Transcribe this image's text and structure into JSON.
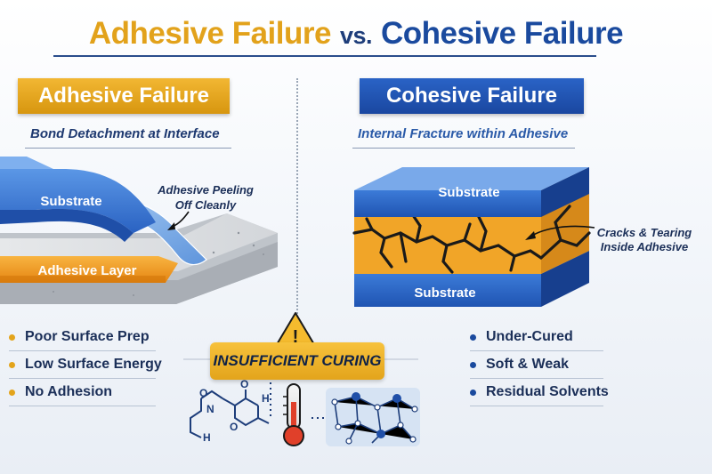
{
  "header": {
    "title_left": "Adhesive Failure",
    "title_vs": "vs.",
    "title_right": "Cohesive Failure"
  },
  "adhesive": {
    "heading": "Adhesive Failure",
    "subtitle": "Bond Detachment at Interface",
    "substrate_label": "Substrate",
    "adhesive_layer_label": "Adhesive Layer",
    "callout_line1": "Adhesive Peeling",
    "callout_line2": "Off Cleanly",
    "causes": [
      "Poor Surface Prep",
      "Low Surface Energy",
      "No Adhesion"
    ]
  },
  "cohesive": {
    "heading": "Cohesive Failure",
    "subtitle": "Internal Fracture within Adhesive",
    "top_substrate_label": "Substrate",
    "bottom_substrate_label": "Substrate",
    "callout_line1": "Cracks & Tearing",
    "callout_line2": "Inside Adhesive",
    "causes": [
      "Under-Cured",
      "Soft & Weak",
      "Residual Solvents"
    ]
  },
  "center": {
    "warning_glyph": "!",
    "label": "INSUFFICIENT CURING",
    "molecule_atoms": [
      "O",
      "N",
      "O",
      "H",
      "H",
      "O"
    ]
  },
  "colors": {
    "adhesive_accent": "#e3a41b",
    "cohesive_accent": "#1a4a9e",
    "substrate_blue": "#2f6fd0",
    "adhesive_orange": "#f29a1c",
    "thermometer_red": "#e0402a"
  }
}
